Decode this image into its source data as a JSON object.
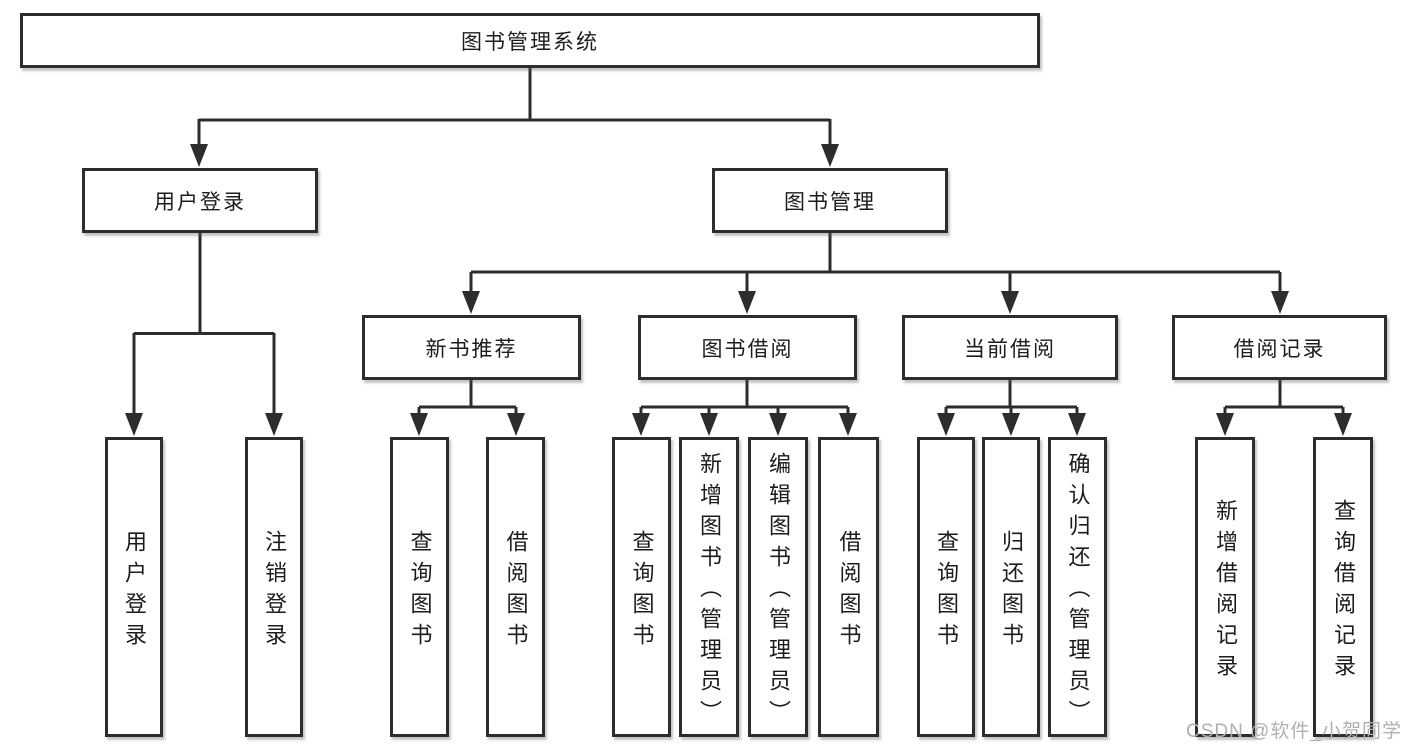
{
  "diagram_title": "图书管理系统",
  "tree": {
    "label": "图书管理系统",
    "children": [
      {
        "label": "用户登录",
        "children": [
          {
            "label": "用户登录"
          },
          {
            "label": "注销登录"
          }
        ]
      },
      {
        "label": "图书管理",
        "children": [
          {
            "label": "新书推荐",
            "children": [
              {
                "label": "查询图书"
              },
              {
                "label": "借阅图书"
              }
            ]
          },
          {
            "label": "图书借阅",
            "children": [
              {
                "label": "查询图书"
              },
              {
                "label": "新增图书（管理员）"
              },
              {
                "label": "编辑图书（管理员）"
              },
              {
                "label": "借阅图书"
              }
            ]
          },
          {
            "label": "当前借阅",
            "children": [
              {
                "label": "查询图书"
              },
              {
                "label": "归还图书"
              },
              {
                "label": "确认归还（管理员）"
              }
            ]
          },
          {
            "label": "借阅记录",
            "children": [
              {
                "label": "新增借阅记录"
              },
              {
                "label": "查询借阅记录"
              }
            ]
          }
        ]
      }
    ]
  },
  "watermark": {
    "text": "CSDN @软件_小贺同学"
  },
  "colors": {
    "line": "#2d2d2d",
    "text": "#1c1c1c",
    "watermark": "#b0b0b0",
    "background": "#ffffff"
  }
}
